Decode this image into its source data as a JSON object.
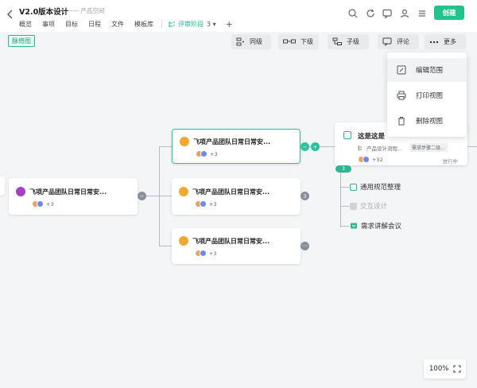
{
  "header": {
    "title": "V2.0版本设计",
    "crumb": "—— 产品空间",
    "tabs": [
      "概览",
      "事项",
      "目标",
      "日程",
      "文件",
      "模板库"
    ],
    "active_tab": {
      "label": "评审阶段",
      "count": "3 ▾"
    },
    "create_label": "创建"
  },
  "toolbar": {
    "view_tag": "脉络图",
    "sibling": "同级",
    "child_down": "下级",
    "child": "子级",
    "comment": "评论",
    "more": "更多"
  },
  "menu": {
    "items": [
      "编辑范围",
      "打印视图",
      "删除视图"
    ]
  },
  "nodes": {
    "root": {
      "title": "飞项产品团队日常日常安...",
      "extra": "+3"
    },
    "n1": {
      "title": "飞项产品团队日常日常安...",
      "extra": "+3"
    },
    "n2": {
      "title": "飞项产品团队日常日常安...",
      "extra": "+3",
      "badge": "3"
    },
    "n3": {
      "title": "飞项产品团队日常日常安...",
      "extra": "+3"
    },
    "right": {
      "title": "这是这是",
      "path": "产品设计流程...",
      "tag": "需求步骤二级...",
      "extra": "+32",
      "status": "进行中",
      "badge_count": "3"
    }
  },
  "subtasks": [
    "通用规范整理",
    "交互设计",
    "需求讲解会议"
  ],
  "zoom": "100%",
  "colors": {
    "accent": "#21c38c",
    "node_border": "#2ac3a0",
    "line": "#b8bcc2"
  }
}
